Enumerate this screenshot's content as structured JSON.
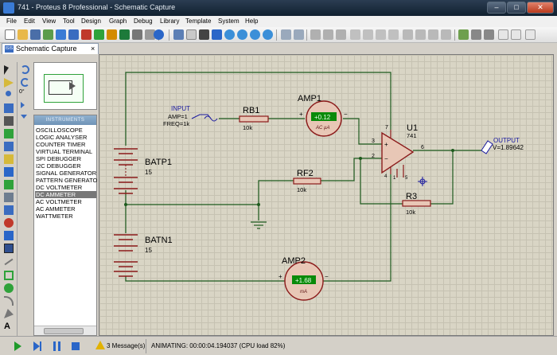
{
  "window": {
    "title": "741 - Proteus 8 Professional - Schematic Capture",
    "min": "–",
    "max": "□",
    "close": "✕"
  },
  "menu": [
    "File",
    "Edit",
    "View",
    "Tool",
    "Design",
    "Graph",
    "Debug",
    "Library",
    "Template",
    "System",
    "Help"
  ],
  "tab": {
    "label": "Schematic Capture",
    "close": "×"
  },
  "rotation": "0°",
  "instruments": {
    "header": "INSTRUMENTS",
    "items": [
      "OSCILLOSCOPE",
      "LOGIC ANALYSER",
      "COUNTER TIMER",
      "VIRTUAL TERMINAL",
      "SPI DEBUGGER",
      "I2C DEBUGGER",
      "SIGNAL GENERATOR",
      "PATTERN GENERATO",
      "DC VOLTMETER",
      "DC AMMETER",
      "AC VOLTMETER",
      "AC AMMETER",
      "WATTMETER"
    ],
    "selected": "DC AMMETER"
  },
  "schematic": {
    "input": {
      "label": "INPUT",
      "amp": "AMP=1",
      "freq": "FREQ=1k"
    },
    "rb1": {
      "name": "RB1",
      "value": "10k"
    },
    "amp1": {
      "name": "AMP1",
      "reading": "+0.12",
      "unit": "AC µA"
    },
    "u1": {
      "name": "U1",
      "part": "741",
      "pin7": "7",
      "pin3": "3",
      "pin2": "2",
      "pin6": "6",
      "pin4": "4",
      "pin1": "1",
      "pin5": "5"
    },
    "output": {
      "label": "OUTPUT",
      "value": "V=1.89642"
    },
    "rf2": {
      "name": "RF2",
      "value": "10k"
    },
    "r3": {
      "name": "R3",
      "value": "10k"
    },
    "batp1": {
      "name": "BATP1",
      "value": "15"
    },
    "batn1": {
      "name": "BATN1",
      "value": "15"
    },
    "amp2": {
      "name": "AMP2",
      "reading": "+1.68",
      "unit": "mA"
    },
    "amp1_plus": "+",
    "amp1_minus": "−",
    "amp2_plus": "+",
    "amp2_minus": "−",
    "u1_plus": "+",
    "u1_minus": "−"
  },
  "status": {
    "messages": "3 Message(s)",
    "animating": "ANIMATING: 00:00:04.194037 (CPU load 82%)"
  },
  "colors": {
    "wire": "#1d5a1d",
    "component": "#8b1a1a",
    "meter_display": "#0a8a0a",
    "label_blue": "#1a1aa0",
    "opamp_fill": "#e8c7b6"
  }
}
